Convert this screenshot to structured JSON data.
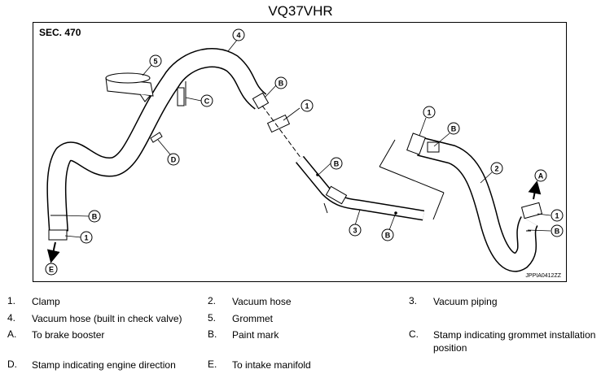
{
  "title": "VQ37VHR",
  "section": "SEC. 470",
  "figure_id": "JPPIA0412ZZ",
  "callouts": {
    "n1": "1",
    "n2": "2",
    "n3": "3",
    "n4": "4",
    "n5": "5",
    "A": "A",
    "B": "B",
    "C": "C",
    "D": "D",
    "E": "E"
  },
  "legend": [
    {
      "key": "1.",
      "text": "Clamp"
    },
    {
      "key": "2.",
      "text": "Vacuum hose"
    },
    {
      "key": "3.",
      "text": "Vacuum piping"
    },
    {
      "key": "4.",
      "text": "Vacuum hose (built in check valve)"
    },
    {
      "key": "5.",
      "text": "Grommet"
    },
    {
      "key": "A.",
      "text": "To brake booster"
    },
    {
      "key": "B.",
      "text": "Paint mark"
    },
    {
      "key": "C.",
      "text": "Stamp indicating grommet installation position"
    },
    {
      "key": "D.",
      "text": "Stamp indicating engine direction"
    },
    {
      "key": "E.",
      "text": "To intake manifold"
    }
  ]
}
